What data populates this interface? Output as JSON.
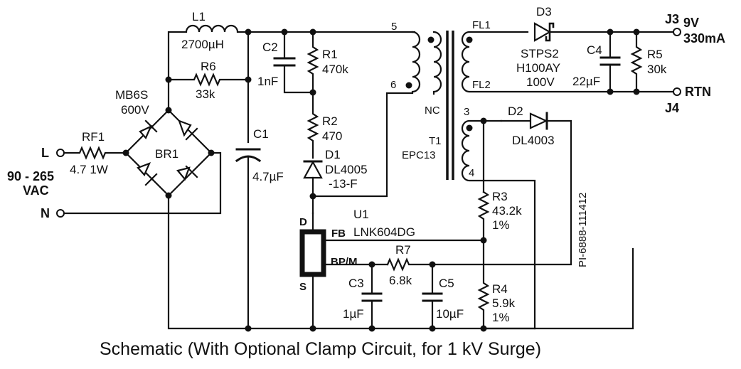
{
  "caption": "Schematic (With Optional Clamp Circuit, for 1 kV Surge)",
  "drawing_number": "PI-6888-111412",
  "input": {
    "line_label": "L",
    "neutral_label": "N",
    "voltage_line1": "90 - 265",
    "voltage_line2": "VAC"
  },
  "output": {
    "j3_label": "J3",
    "voltage": "9V",
    "current": "330mA",
    "rtn_label": "RTN",
    "j4_label": "J4"
  },
  "components": {
    "L1": {
      "ref": "L1",
      "value": "2700µH"
    },
    "R6": {
      "ref": "R6",
      "value": "33k"
    },
    "BR1": {
      "ref": "BR1",
      "part": "MB6S",
      "rating": "600V"
    },
    "RF1": {
      "ref": "RF1",
      "value": "4.7 1W"
    },
    "C1": {
      "ref": "C1",
      "value": "4.7µF"
    },
    "C2": {
      "ref": "C2",
      "value": "1nF"
    },
    "R1": {
      "ref": "R1",
      "value": "470k"
    },
    "R2": {
      "ref": "R2",
      "value": "470"
    },
    "D1": {
      "ref": "D1",
      "part_line1": "DL4005",
      "part_line2": "-13-F"
    },
    "T1": {
      "ref": "T1",
      "core": "EPC13",
      "pin5": "5",
      "pin6": "6",
      "nc": "NC",
      "fl1": "FL1",
      "fl2": "FL2",
      "pin3": "3",
      "pin4": "4"
    },
    "D3": {
      "ref": "D3",
      "part_line1": "STPS2",
      "part_line2": "H100AY",
      "rating": "100V"
    },
    "C4": {
      "ref": "C4",
      "value": "22µF"
    },
    "R5": {
      "ref": "R5",
      "value": "30k"
    },
    "D2": {
      "ref": "D2",
      "part": "DL4003"
    },
    "R3": {
      "ref": "R3",
      "value": "43.2k",
      "tol": "1%"
    },
    "R4": {
      "ref": "R4",
      "value": "5.9k",
      "tol": "1%"
    },
    "U1": {
      "ref": "U1",
      "part": "LNK604DG",
      "pin_d": "D",
      "pin_s": "S",
      "pin_fb": "FB",
      "pin_bp": "BP/M"
    },
    "R7": {
      "ref": "R7",
      "value": "6.8k"
    },
    "C3": {
      "ref": "C3",
      "value": "1µF"
    },
    "C5": {
      "ref": "C5",
      "value": "10µF"
    }
  }
}
